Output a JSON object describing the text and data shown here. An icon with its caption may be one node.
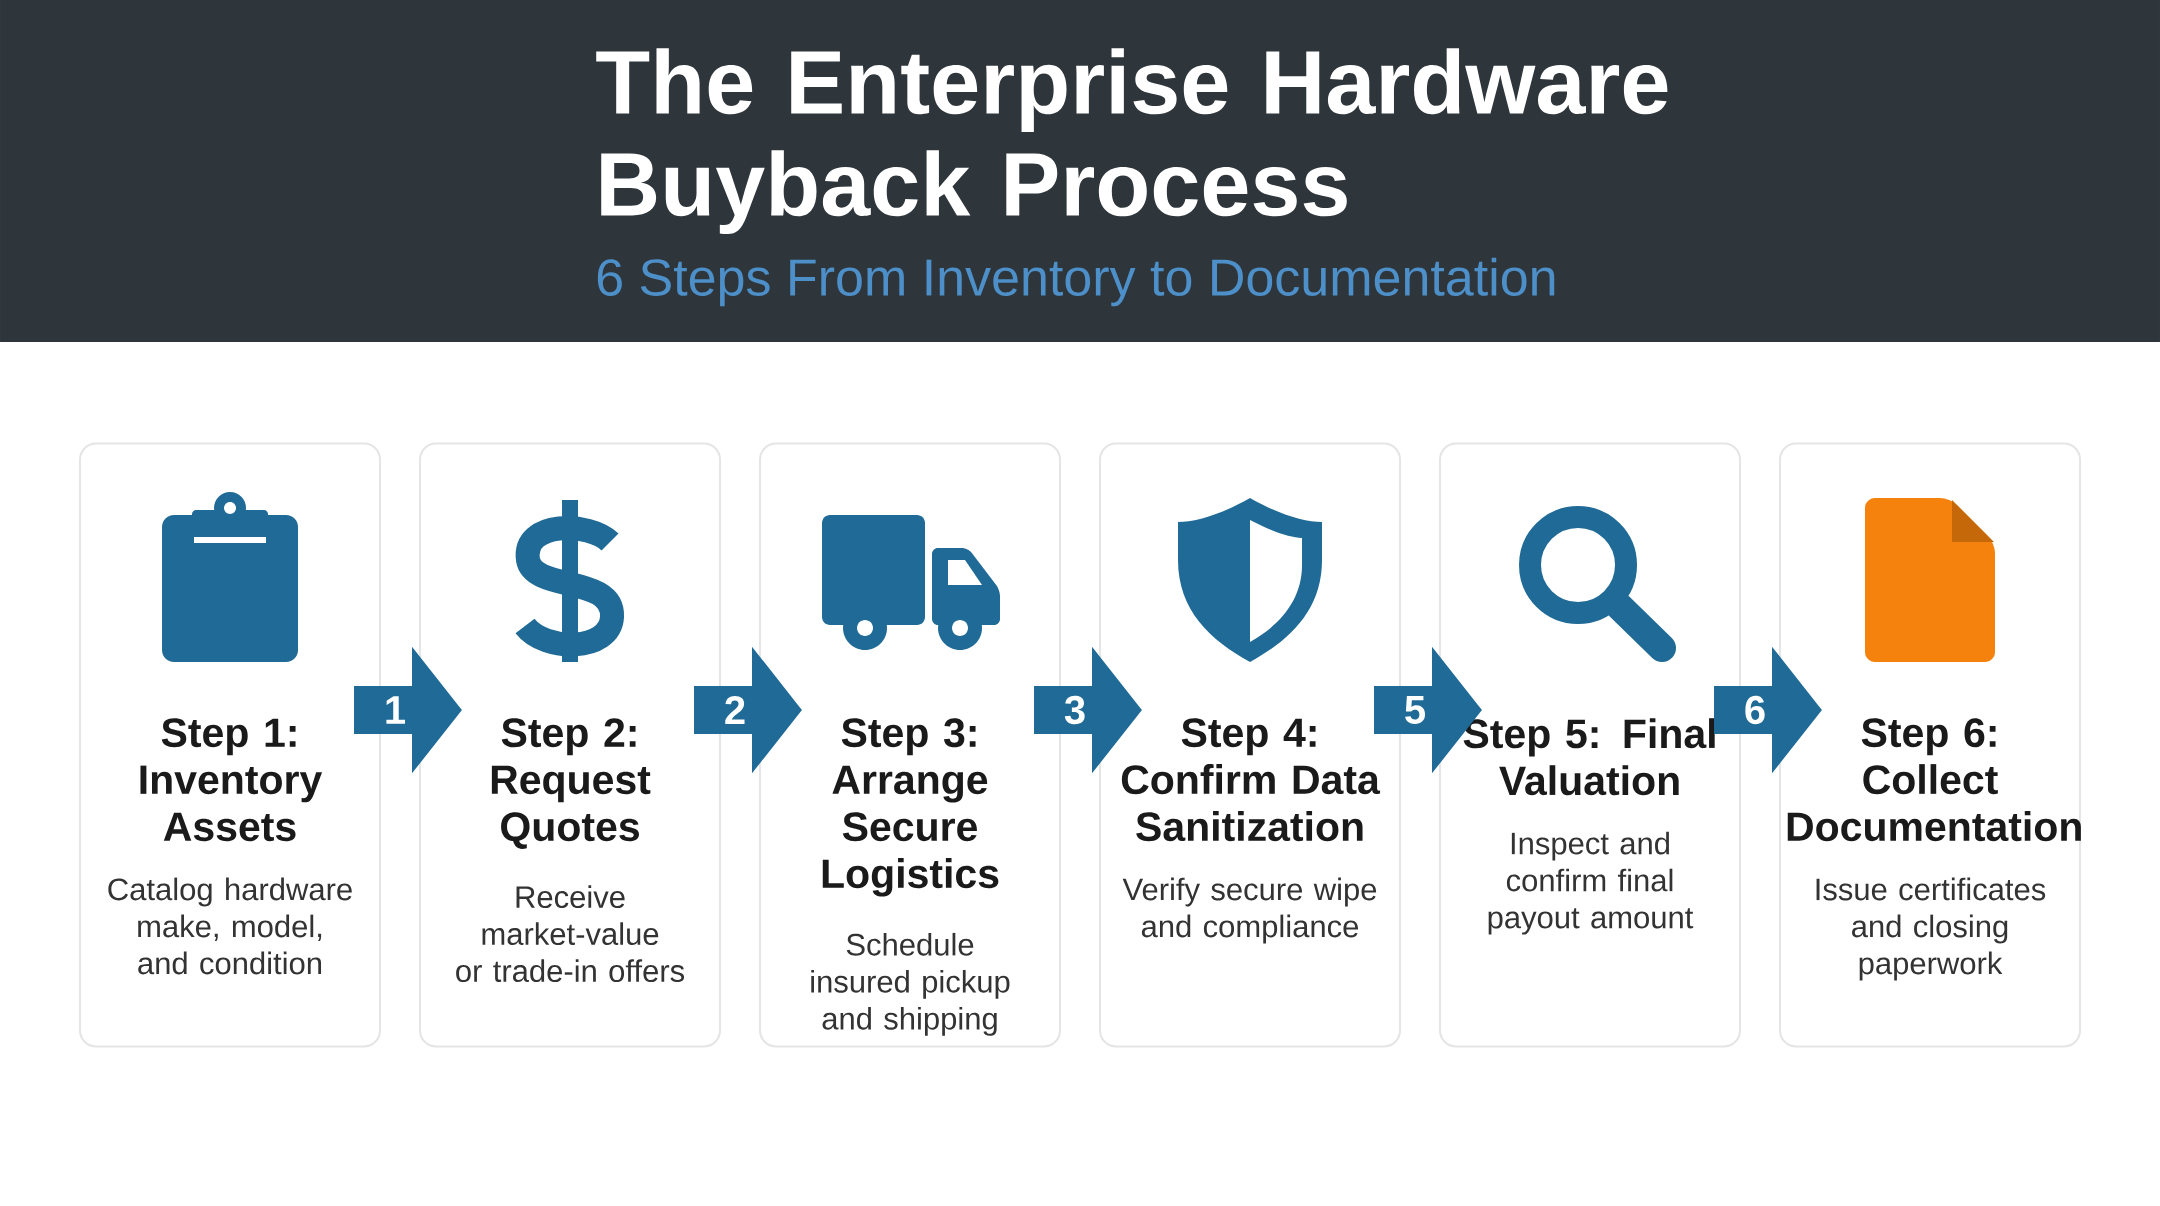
{
  "diagram": {
    "title": "The Enterprise Hardware Buyback Process",
    "caption": "6 Steps From Inventory to Documentation",
    "nodes": [
      {
        "text": [
          "Step 1: Inventory Assets",
          "Catalog hardware make, model, and condition"
        ]
      },
      {
        "text": [
          "Step 2: Request Quotes",
          "Receive market-value or trade-in offers"
        ]
      },
      {
        "text": [
          "Step 3: Arrange Secure Logistics",
          "Schedule insured pickup and shipping"
        ]
      },
      {
        "text": [
          "Step 4: Confirm Data Sanitization",
          "Verify secure wipe and compliance"
        ]
      },
      {
        "text": [
          "Step 5: Final Valuation",
          "Inspect and confirm final payout amount"
        ]
      },
      {
        "text": [
          "Step 6: Collect Documentation",
          "Issue certificates and closing paperwork"
        ]
      }
    ],
    "edges": [
      {
        "from": 0,
        "to": 1,
        "arrow": "to",
        "label": "1"
      },
      {
        "from": 1,
        "to": 2,
        "arrow": "to",
        "label": "2"
      },
      {
        "from": 2,
        "to": 3,
        "arrow": "to",
        "label": "3"
      },
      {
        "from": 3,
        "to": 4,
        "arrow": "to",
        "label": "5"
      },
      {
        "from": 4,
        "to": 5,
        "arrow": "to",
        "label": "6"
      }
    ]
  }
}
